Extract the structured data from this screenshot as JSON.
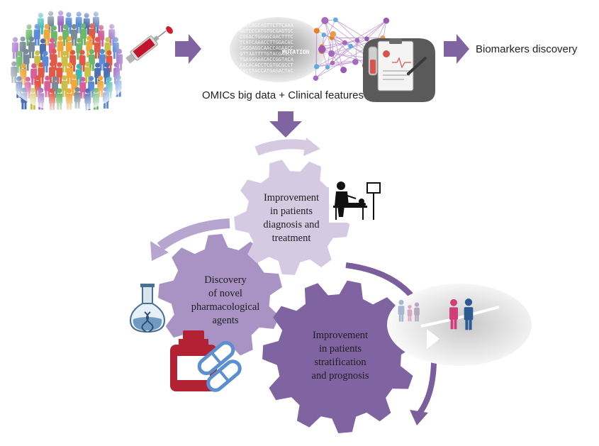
{
  "top_row": {
    "omics_label": "OMICs big data + Clinical features",
    "biomarkers_label": "Biomarkers discovery",
    "mutation_word": "MUTATION"
  },
  "gears": {
    "diagnosis": {
      "lines": [
        "Improvement",
        "in patients",
        "diagnosis and",
        "treatment"
      ],
      "color": "#d6cae3"
    },
    "discovery": {
      "lines": [
        "Discovery",
        "of novel",
        "pharmacological",
        "agents"
      ],
      "color": "#a893c4"
    },
    "stratification": {
      "lines": [
        "Improvement",
        "in patients",
        "stratification",
        "and prognosis"
      ],
      "color": "#8064a2"
    }
  },
  "colors": {
    "arrow_purple": "#8064a2",
    "arrow_light": "#c9bcdc",
    "arrow_mid": "#a994c6",
    "medicine_red": "#b22234",
    "capsule_blue": "#5b8fd0"
  },
  "icons": [
    "crowd-icon",
    "syringe-icon",
    "dna-data-icon",
    "network-icon",
    "clipboard-icon",
    "doctor-patient-icon",
    "flask-dna-icon",
    "medicine-bottle-icon",
    "capsules-icon",
    "balance-scale-icon"
  ]
}
